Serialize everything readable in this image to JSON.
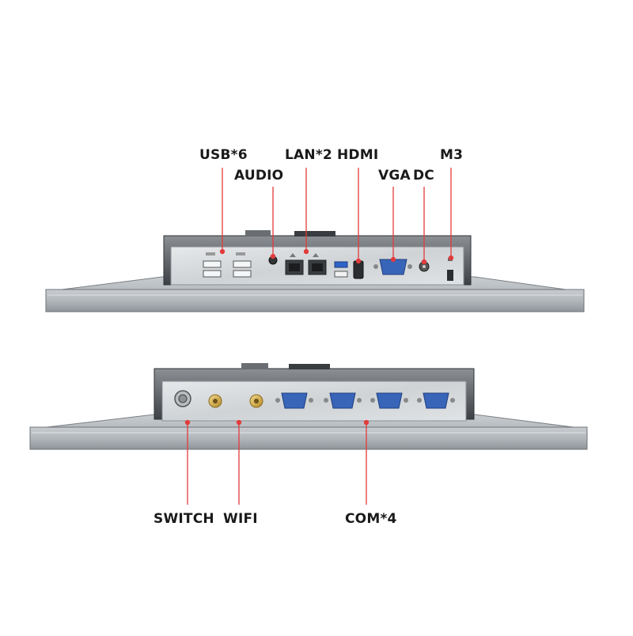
{
  "top_panel": {
    "labels": {
      "usb": "USB*6",
      "audio": "AUDIO",
      "lan": "LAN*2",
      "hdmi": "HDMI",
      "vga": "VGA",
      "dc": "DC",
      "m3": "M3"
    }
  },
  "bottom_panel": {
    "labels": {
      "switch": "SWITCH",
      "wifi": "WIFI",
      "com": "COM*4"
    }
  },
  "colors": {
    "leader_line": "#e23b3b",
    "bezel": "#aeb3b8",
    "port_plate": "#d9dcdf",
    "housing": "#4a4e52"
  }
}
